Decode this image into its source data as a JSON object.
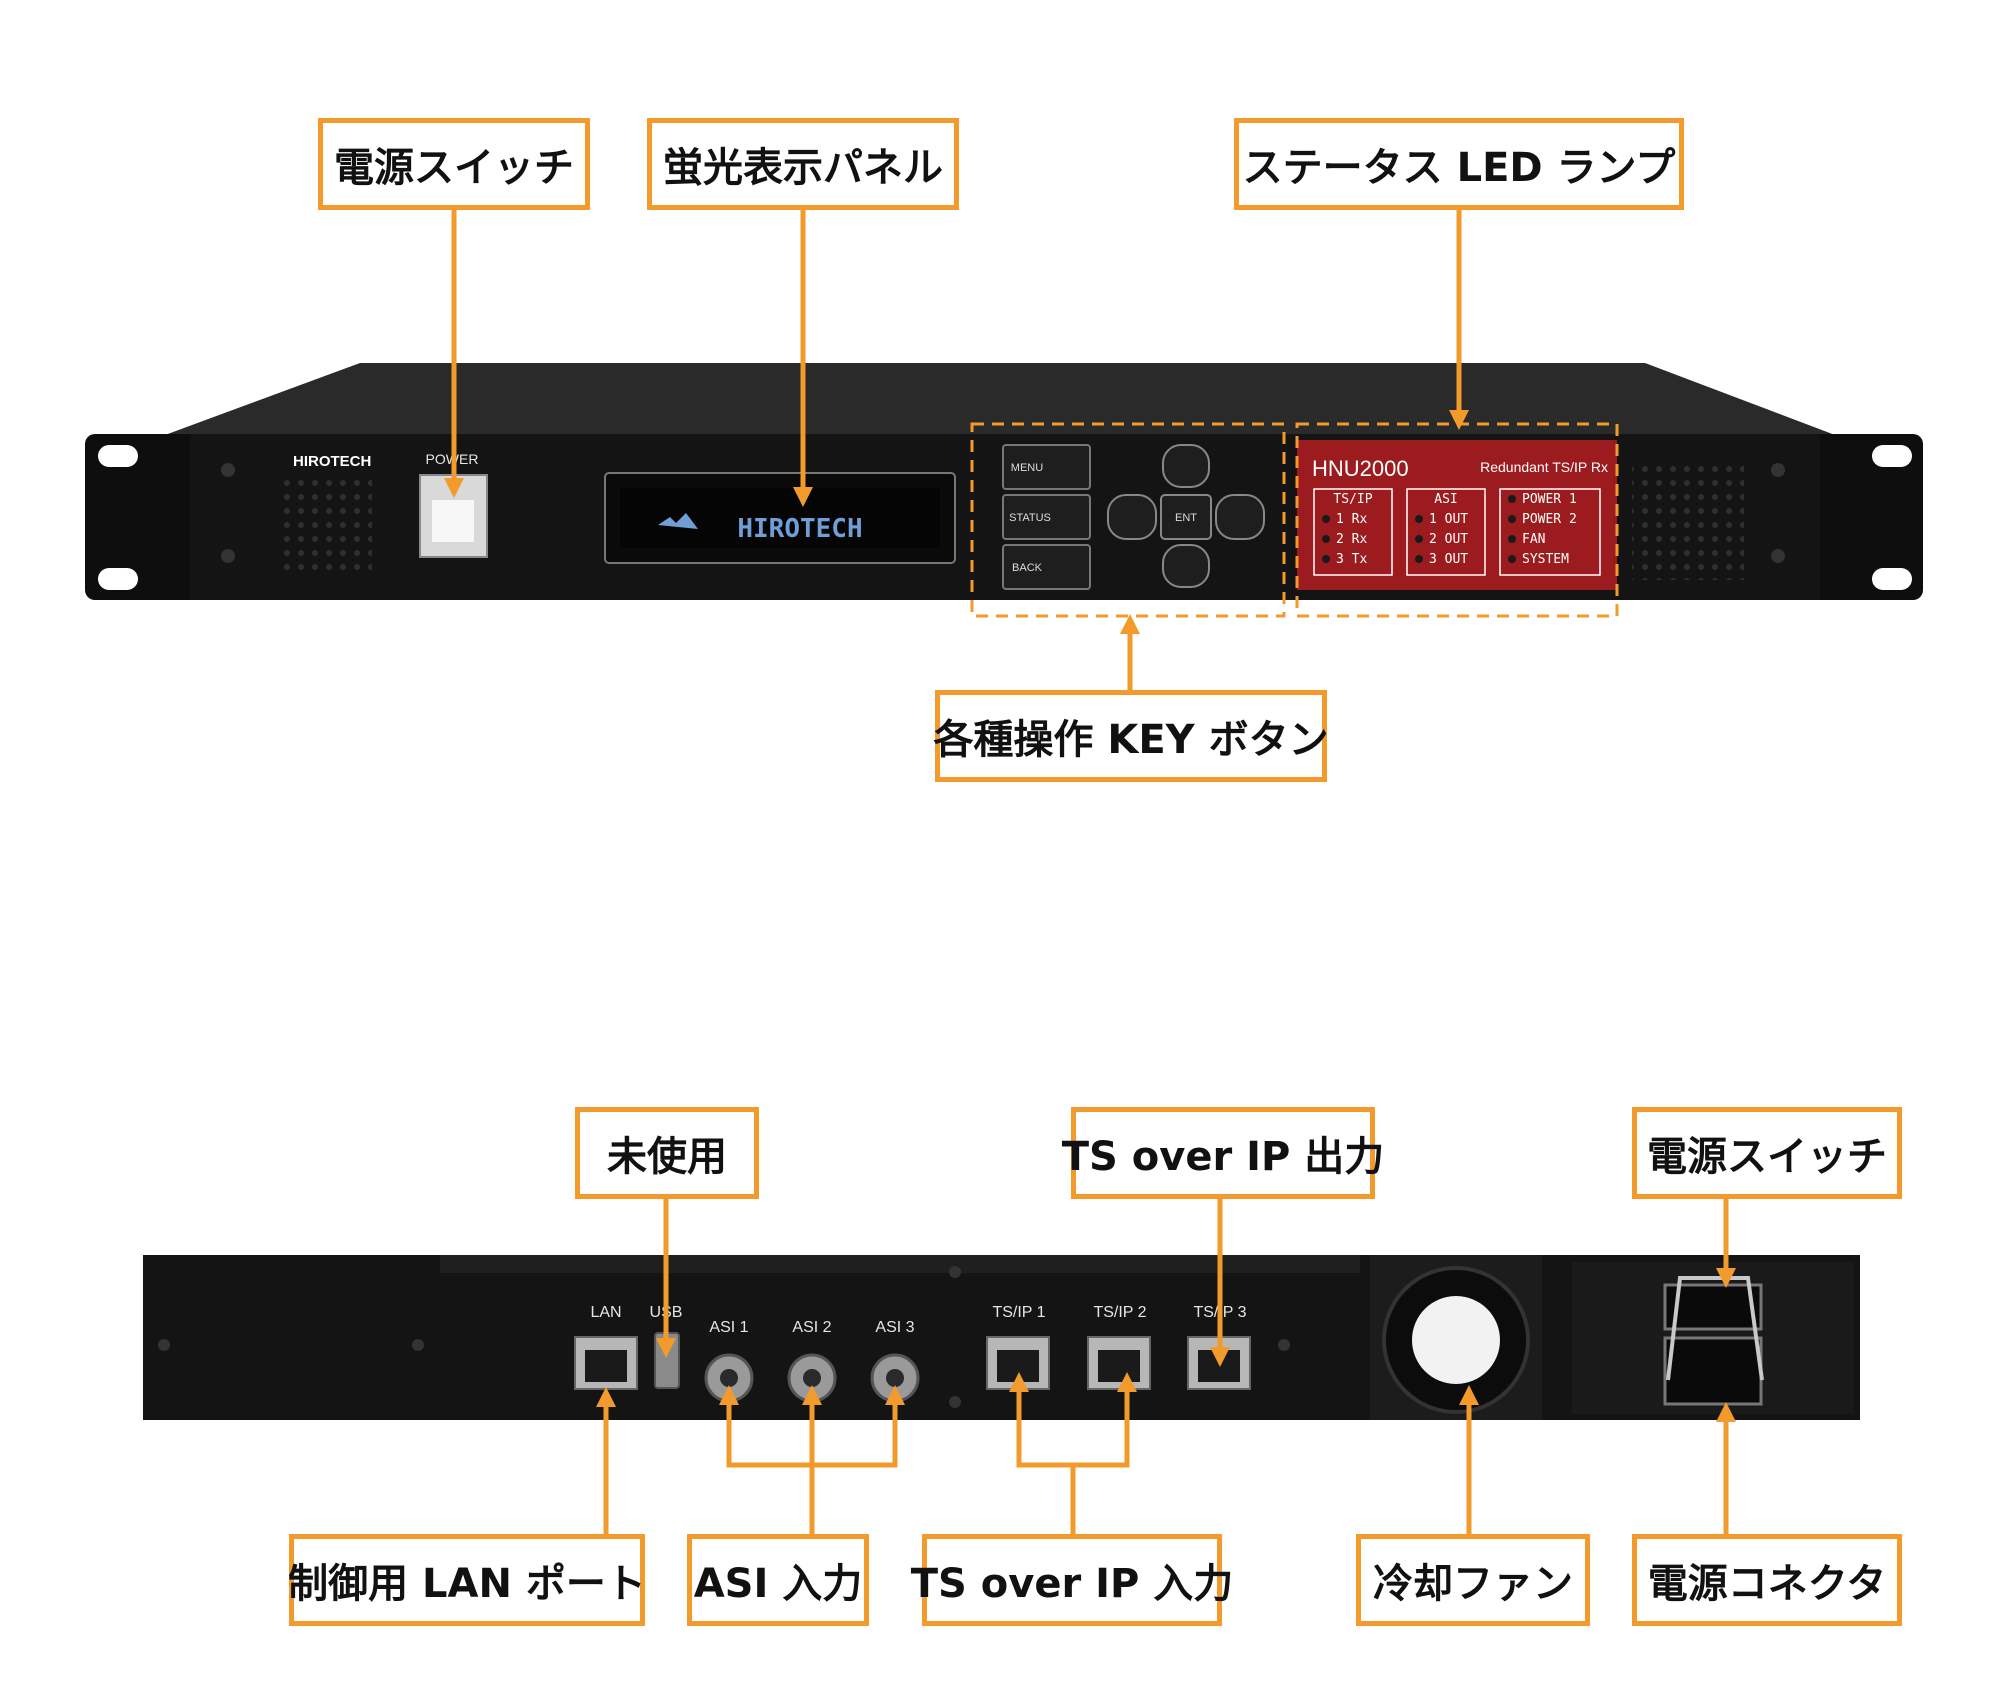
{
  "front": {
    "brand": "HIROTECH",
    "power_label": "POWER",
    "display_text": "HIROTECH",
    "keys": {
      "menu": "MENU",
      "status": "STATUS",
      "back": "BACK",
      "ent": "ENT"
    },
    "model": "HNU2000",
    "model_desc": "Redundant TS/IP Rx",
    "led_groups": [
      {
        "title": "TS/IP",
        "items": [
          "1 Rx",
          "2 Rx",
          "3 Tx"
        ]
      },
      {
        "title": "ASI",
        "items": [
          "1 OUT",
          "2 OUT",
          "3 OUT"
        ]
      },
      {
        "title": "",
        "items": [
          "POWER 1",
          "POWER 2",
          "FAN",
          "SYSTEM"
        ]
      }
    ],
    "callouts": {
      "power_switch": "電源スイッチ",
      "vfd_panel": "蛍光表示パネル",
      "status_led": "ステータス LED ランプ",
      "keys": "各種操作 KEY ボタン"
    }
  },
  "rear": {
    "port_labels": {
      "lan": "LAN",
      "usb": "USB",
      "asi1": "ASI 1",
      "asi2": "ASI 2",
      "asi3": "ASI 3",
      "tsip1": "TS/IP 1",
      "tsip2": "TS/IP 2",
      "tsip3": "TS/IP 3"
    },
    "callouts": {
      "unused": "未使用",
      "ts_out": "TS over IP 出力",
      "power_switch": "電源スイッチ",
      "lan_port": "制御用 LAN ポート",
      "asi_in": "ASI 入力",
      "ts_in": "TS over IP 入力",
      "fan": "冷却ファン",
      "power_connector": "電源コネクタ"
    }
  },
  "colors": {
    "accent": "#f39a2c",
    "chassis": "#141414",
    "led_panel": "#9c1b1f",
    "vfd_text": "#6f9fd6"
  }
}
